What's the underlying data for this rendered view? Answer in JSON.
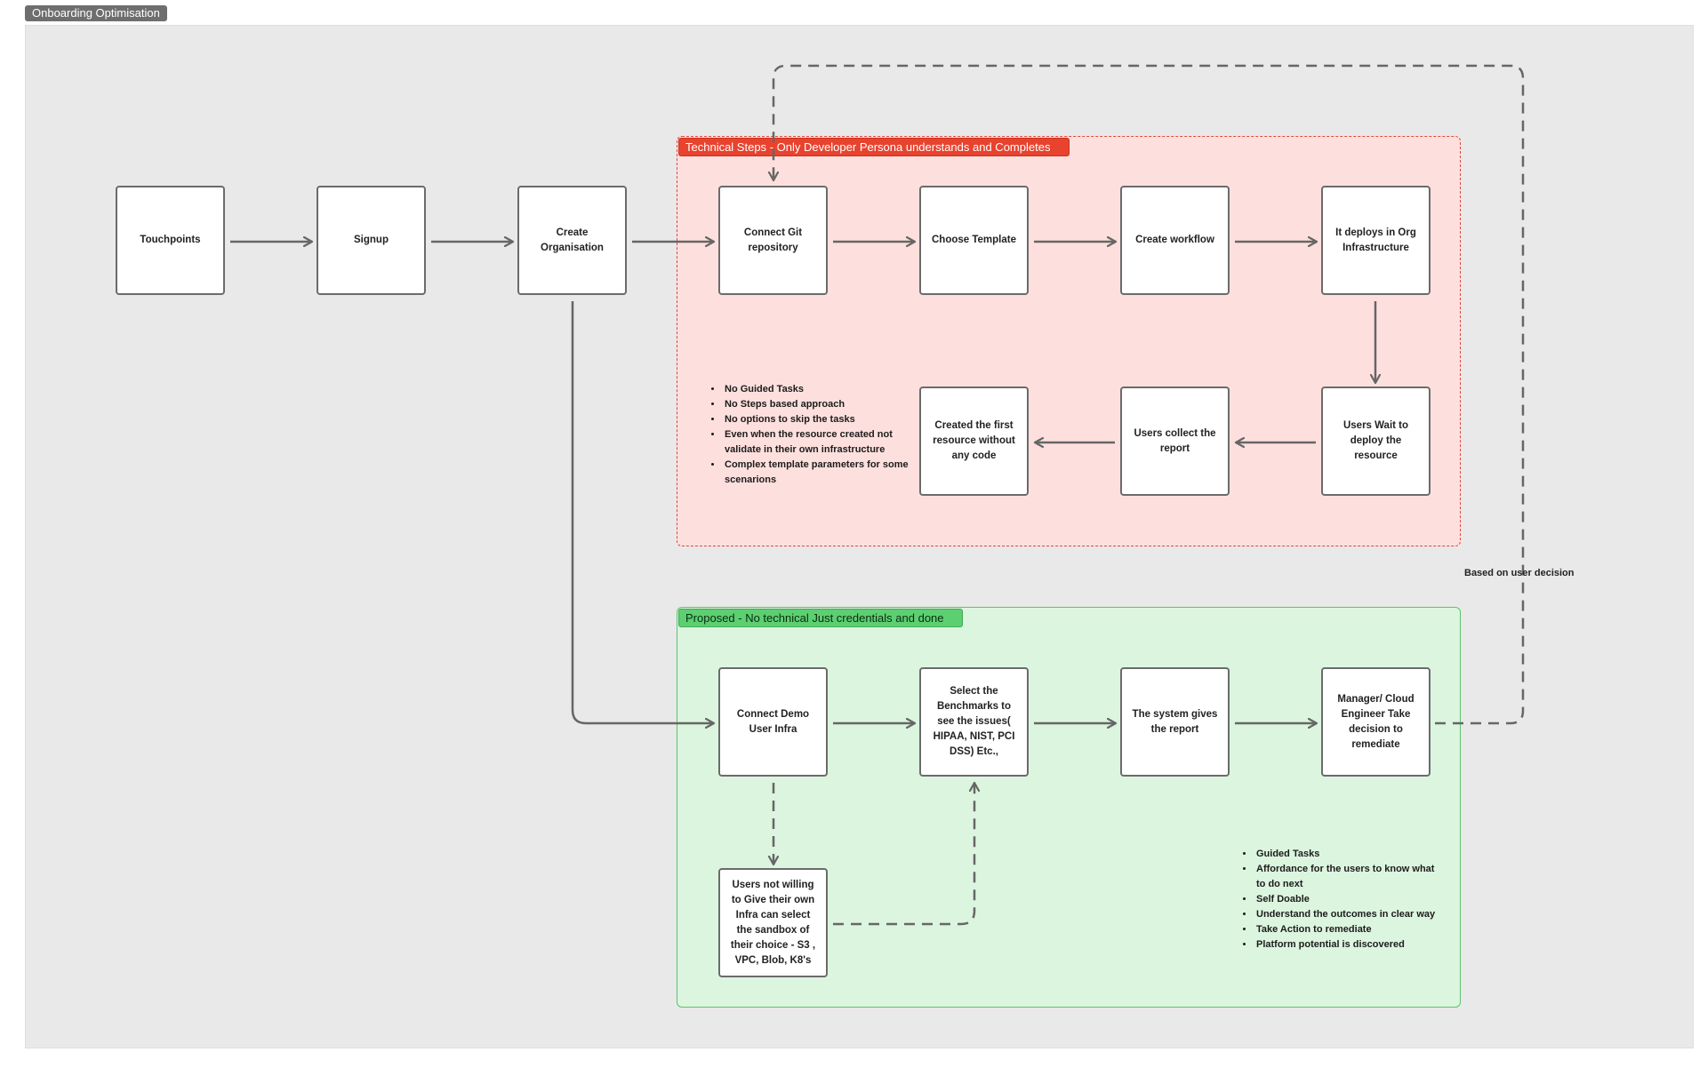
{
  "frame": {
    "title": "Onboarding Optimisation"
  },
  "groups": {
    "technical": {
      "label": "Technical Steps - Only Developer Persona understands and Completes",
      "color": "#e8432f"
    },
    "proposed": {
      "label": "Proposed - No technical Just credentials and done",
      "color": "#5cd071"
    }
  },
  "nodes": {
    "touchpoints": "Touchpoints",
    "signup": "Signup",
    "create_org": "Create\nOrganisation",
    "connect_git": "Connect Git\nrepository",
    "choose_template": "Choose Template",
    "create_workflow": "Create workflow",
    "deploys_org": "It deploys in Org\nInfrastructure",
    "users_wait": "Users Wait to\ndeploy the\nresource",
    "users_collect": "Users collect the\nreport",
    "created_first": "Created the first\nresource without\nany code",
    "connect_demo": "Connect Demo\nUser Infra",
    "select_benchmarks": "Select the\nBenchmarks to\nsee the issues(\nHIPAA, NIST, PCI\nDSS) Etc.,",
    "system_gives": "The system gives\nthe report",
    "manager_decision": "Manager/ Cloud\nEngineer Take\ndecision to\nremediate",
    "users_not_willing": "Users not willing\nto Give their own\nInfra can select\nthe sandbox of\ntheir choice - S3 ,\nVPC, Blob, K8's"
  },
  "technical_notes": [
    "No Guided Tasks",
    "No Steps based approach",
    "No options to skip the tasks",
    "Even when the resource created not validate in their own infrastructure",
    "Complex template parameters for some scenarions"
  ],
  "proposed_notes": [
    "Guided Tasks",
    "Affordance for the users to know what to do next",
    "Self Doable",
    "Understand the outcomes in clear way",
    "Take Action to remediate",
    "Platform potential is discovered"
  ],
  "edge_labels": {
    "user_decision": "Based on user decision"
  }
}
